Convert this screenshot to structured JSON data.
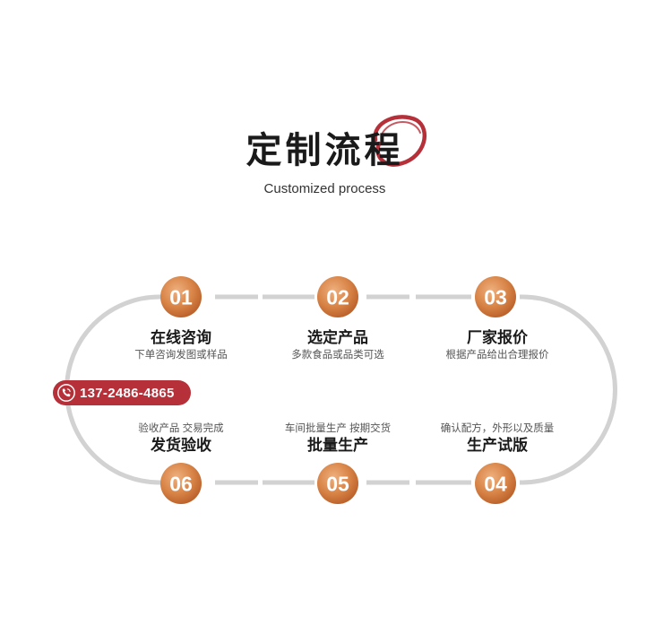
{
  "header": {
    "title": "定制流程",
    "subtitle": "Customized process"
  },
  "steps": [
    {
      "num": "01",
      "name": "在线咨询",
      "desc": "下单咨询发图或样品"
    },
    {
      "num": "02",
      "name": "选定产品",
      "desc": "多款食品或品类可选"
    },
    {
      "num": "03",
      "name": "厂家报价",
      "desc": "根据产品给出合理报价"
    },
    {
      "num": "04",
      "name": "生产试版",
      "desc": "确认配方，外形以及质量"
    },
    {
      "num": "05",
      "name": "批量生产",
      "desc": "车间批量生产 按期交货"
    },
    {
      "num": "06",
      "name": "发货验收",
      "desc": "验收产品 交易完成"
    }
  ],
  "contact": {
    "phone": "137-2486-4865",
    "icon": "phone-icon"
  },
  "colors": {
    "accent": "#b6303a",
    "badge_light": "#e9a470",
    "badge_dark": "#c06a32",
    "track": "#d2d2d2"
  }
}
